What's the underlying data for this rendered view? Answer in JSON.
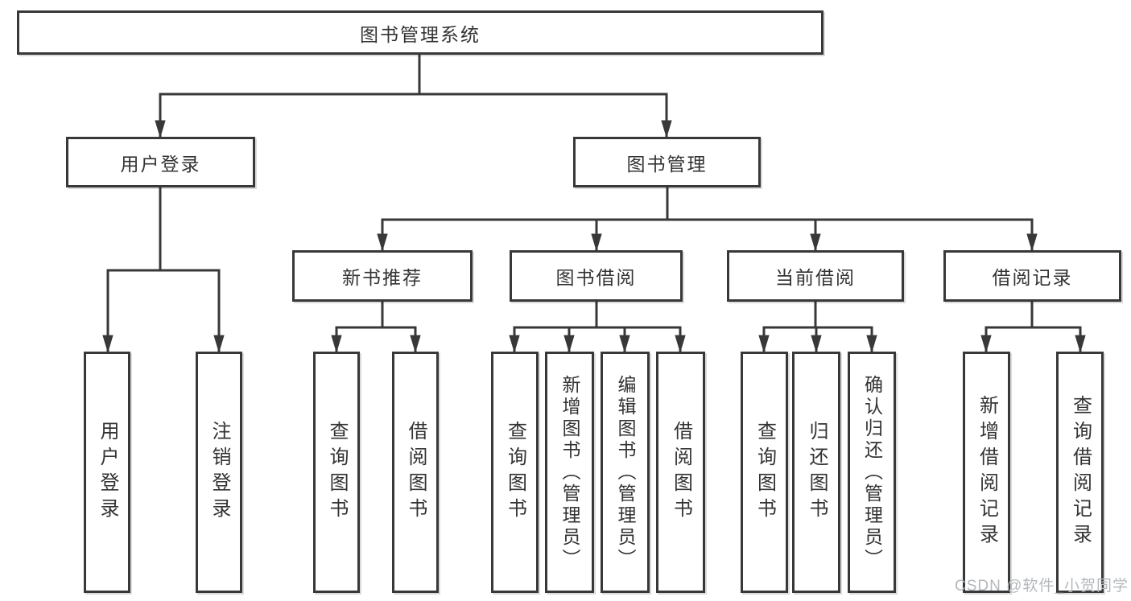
{
  "diagram": {
    "root": "图书管理系统",
    "branches": [
      {
        "label": "用户登录",
        "children": [
          "用户登录",
          "注销登录"
        ]
      },
      {
        "label": "图书管理",
        "sections": [
          {
            "label": "新书推荐",
            "children": [
              "查询图书",
              "借阅图书"
            ]
          },
          {
            "label": "图书借阅",
            "children": [
              "查询图书",
              "新增图书（管理员）",
              "编辑图书（管理员）",
              "借阅图书"
            ]
          },
          {
            "label": "当前借阅",
            "children": [
              "查询图书",
              "归还图书",
              "确认归还（管理员）"
            ]
          },
          {
            "label": "借阅记录",
            "children": [
              "新增借阅记录",
              "查询借阅记录"
            ]
          }
        ]
      }
    ]
  },
  "watermark": "CSDN @软件_小贺同学",
  "colors": {
    "line": "#383838",
    "box_border": "#383838",
    "text": "#333333",
    "watermark": "#b4b9bd",
    "background": "#ffffff"
  }
}
